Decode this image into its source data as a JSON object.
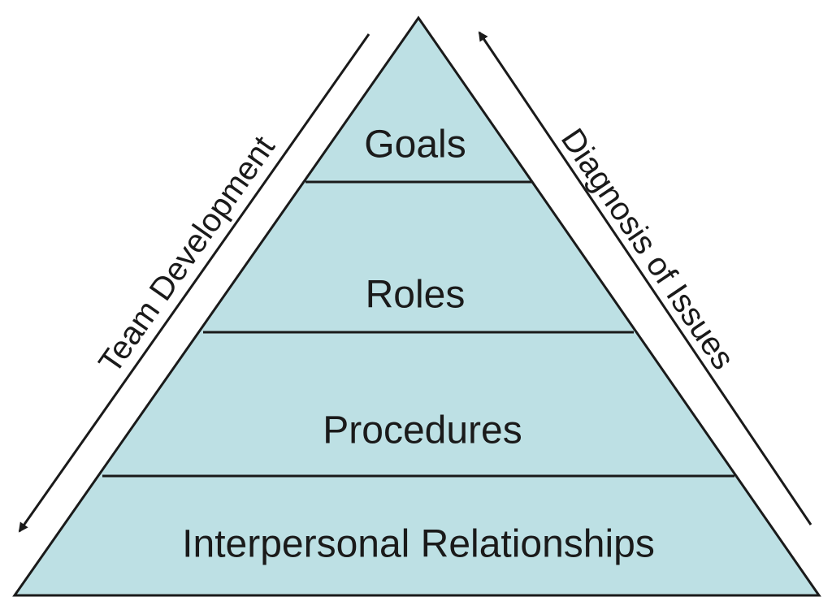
{
  "colors": {
    "pyramid_fill": "#bde0e4",
    "stroke": "#1a1a1a",
    "background": "#ffffff"
  },
  "pyramid": {
    "levels": [
      {
        "label": "Goals"
      },
      {
        "label": "Roles"
      },
      {
        "label": "Procedures"
      },
      {
        "label": "Interpersonal Relationships"
      }
    ]
  },
  "arrows": {
    "left": {
      "label": "Team Development",
      "direction": "down"
    },
    "right": {
      "label": "Diagnosis of Issues",
      "direction": "up"
    }
  }
}
